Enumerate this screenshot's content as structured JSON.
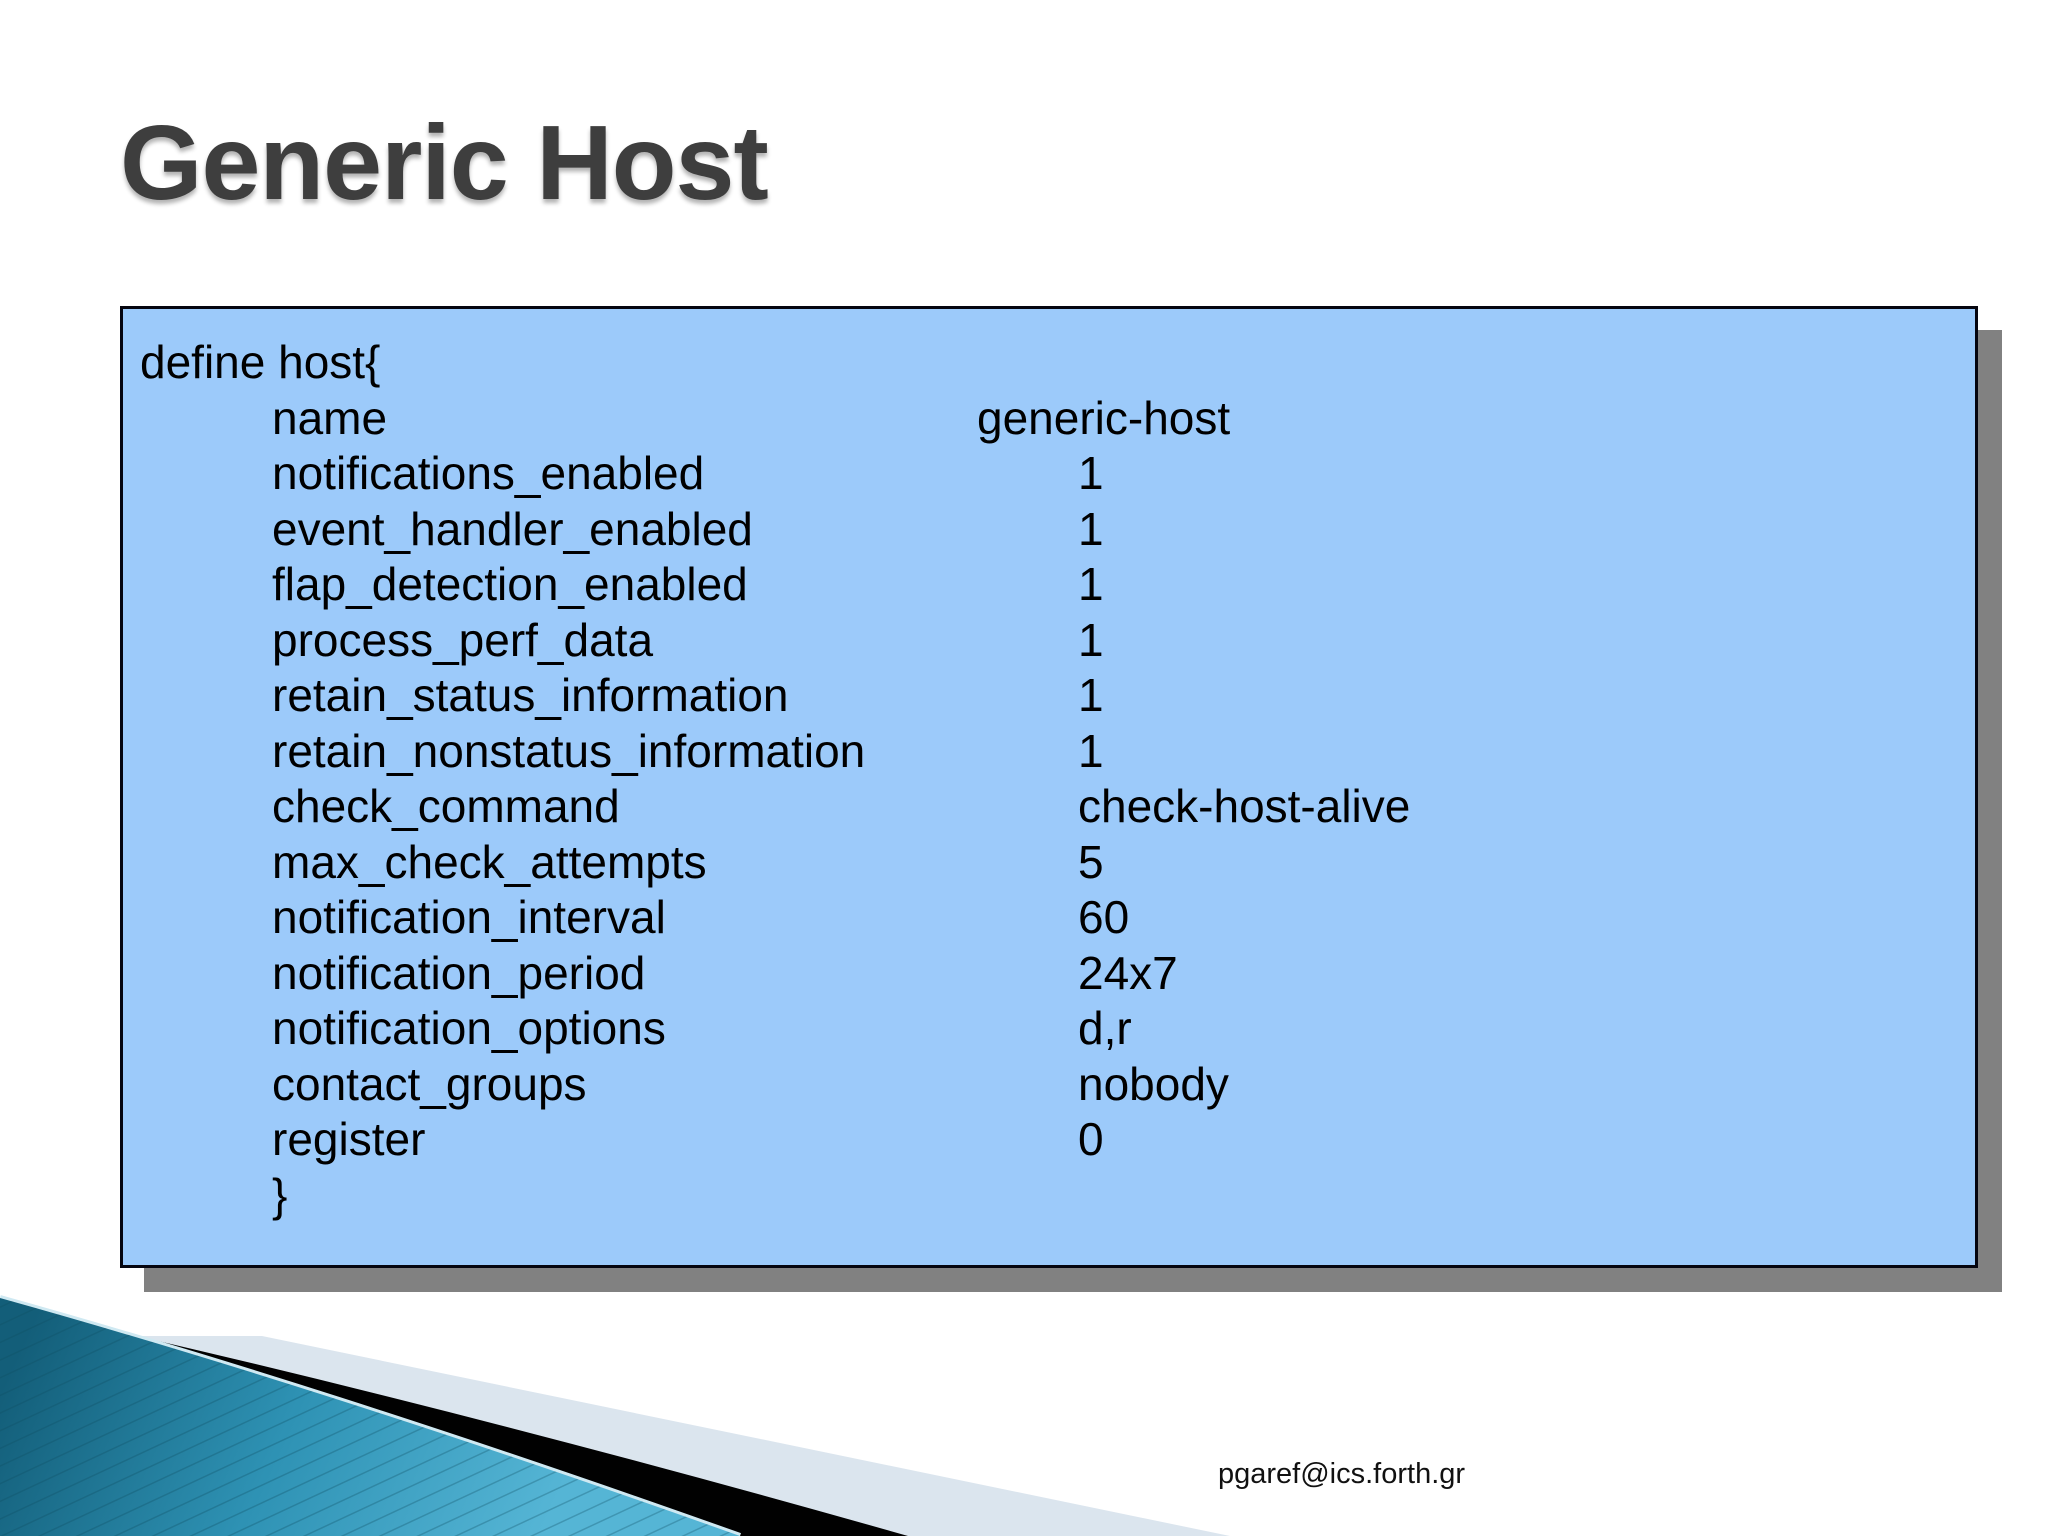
{
  "slide": {
    "title": "Generic Host",
    "footer_email": "pgaref@ics.forth.gr"
  },
  "code_block": {
    "open_line": "define host{",
    "close_line": "}",
    "entries": [
      {
        "key": "name",
        "value": "generic-host"
      },
      {
        "key": "notifications_enabled",
        "value": "1"
      },
      {
        "key": "event_handler_enabled",
        "value": "1"
      },
      {
        "key": "flap_detection_enabled",
        "value": "1"
      },
      {
        "key": "process_perf_data",
        "value": "1"
      },
      {
        "key": "retain_status_information",
        "value": "1"
      },
      {
        "key": "retain_nonstatus_information",
        "value": "1"
      },
      {
        "key": "check_command",
        "value": "check-host-alive"
      },
      {
        "key": "max_check_attempts",
        "value": "5"
      },
      {
        "key": "notification_interval",
        "value": "60"
      },
      {
        "key": "notification_period",
        "value": "24x7"
      },
      {
        "key": "notification_options",
        "value": "d,r"
      },
      {
        "key": "contact_groups",
        "value": "nobody"
      },
      {
        "key": "register",
        "value": "0"
      }
    ]
  },
  "colors": {
    "title_text": "#3e3e3e",
    "code_box_background": "#9ccafa",
    "code_box_border": "#05050f",
    "code_box_shadow": "#818181",
    "code_text": "#000000",
    "wedge_teal_dark": "#135e79",
    "wedge_teal_light": "#55b5d5",
    "wedge_black_stripe": "#010101",
    "wedge_pale_triangle": "#dbe5ee",
    "footer_text": "#111111"
  }
}
